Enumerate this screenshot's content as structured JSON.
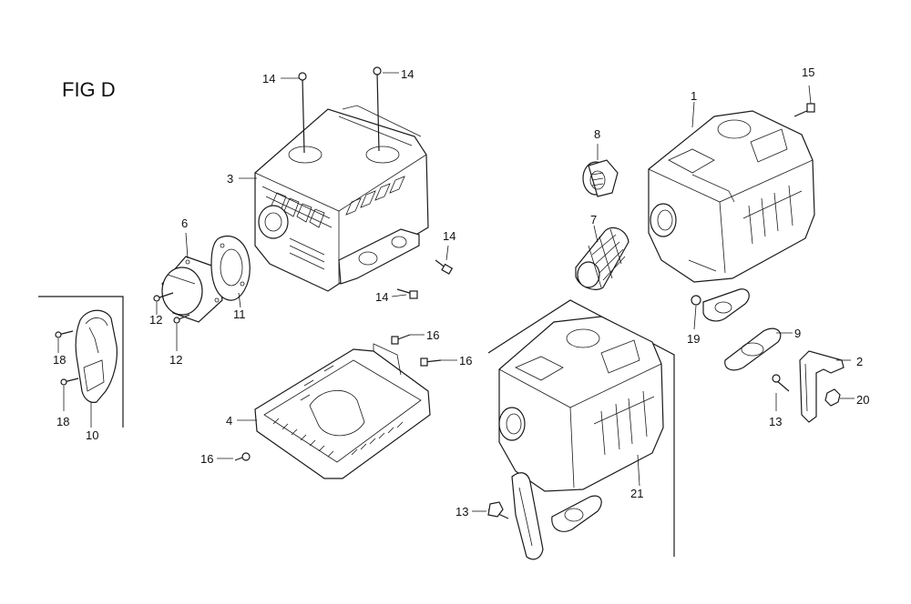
{
  "figure": {
    "title": "FIG D"
  },
  "callouts": [
    {
      "id": "c14a",
      "label": "14"
    },
    {
      "id": "c14b",
      "label": "14"
    },
    {
      "id": "c3",
      "label": "3"
    },
    {
      "id": "c6",
      "label": "6"
    },
    {
      "id": "c11",
      "label": "11"
    },
    {
      "id": "c12a",
      "label": "12"
    },
    {
      "id": "c12b",
      "label": "12"
    },
    {
      "id": "c14c",
      "label": "14"
    },
    {
      "id": "c14d",
      "label": "14"
    },
    {
      "id": "c16a",
      "label": "16"
    },
    {
      "id": "c16b",
      "label": "16"
    },
    {
      "id": "c4",
      "label": "4"
    },
    {
      "id": "c16c",
      "label": "16"
    },
    {
      "id": "c18a",
      "label": "18"
    },
    {
      "id": "c18b",
      "label": "18"
    },
    {
      "id": "c10",
      "label": "10"
    },
    {
      "id": "c8",
      "label": "8"
    },
    {
      "id": "c7",
      "label": "7"
    },
    {
      "id": "c1",
      "label": "1"
    },
    {
      "id": "c15",
      "label": "15"
    },
    {
      "id": "c19",
      "label": "19"
    },
    {
      "id": "c9",
      "label": "9"
    },
    {
      "id": "c2",
      "label": "2"
    },
    {
      "id": "c13a",
      "label": "13"
    },
    {
      "id": "c20",
      "label": "20"
    },
    {
      "id": "c21",
      "label": "21"
    },
    {
      "id": "c13b",
      "label": "13"
    }
  ]
}
